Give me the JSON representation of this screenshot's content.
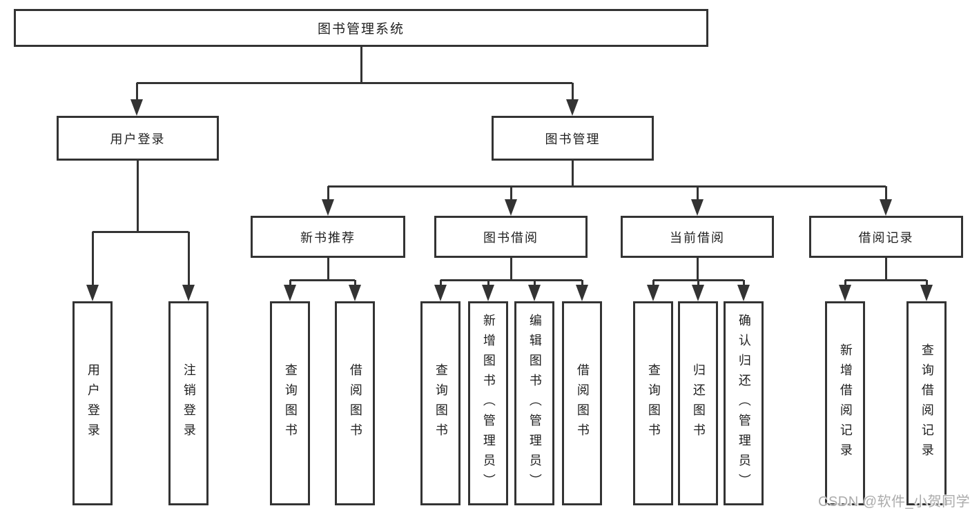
{
  "diagram_title": "图书管理系统",
  "watermark": "CSDN @软件_小贺同学",
  "colors": {
    "line": "#333333",
    "box_border": "#333333",
    "box_background": "#ffffff",
    "text": "#1f1f1f",
    "watermark": "#ababab"
  },
  "tree": {
    "root": {
      "label": "图书管理系统"
    },
    "branches": [
      {
        "label": "用户登录",
        "children": [
          {
            "label": "用户登录"
          },
          {
            "label": "注销登录"
          }
        ]
      },
      {
        "label": "图书管理",
        "groups": [
          {
            "label": "新书推荐",
            "children": [
              {
                "label": "查询图书"
              },
              {
                "label": "借阅图书"
              }
            ]
          },
          {
            "label": "图书借阅",
            "children": [
              {
                "label": "查询图书"
              },
              {
                "label": "新增图书（管理员）"
              },
              {
                "label": "编辑图书（管理员）"
              },
              {
                "label": "借阅图书"
              }
            ]
          },
          {
            "label": "当前借阅",
            "children": [
              {
                "label": "查询图书"
              },
              {
                "label": "归还图书"
              },
              {
                "label": "确认归还（管理员）"
              }
            ]
          },
          {
            "label": "借阅记录",
            "children": [
              {
                "label": "新增借阅记录"
              },
              {
                "label": "查询借阅记录"
              }
            ]
          }
        ]
      }
    ]
  }
}
